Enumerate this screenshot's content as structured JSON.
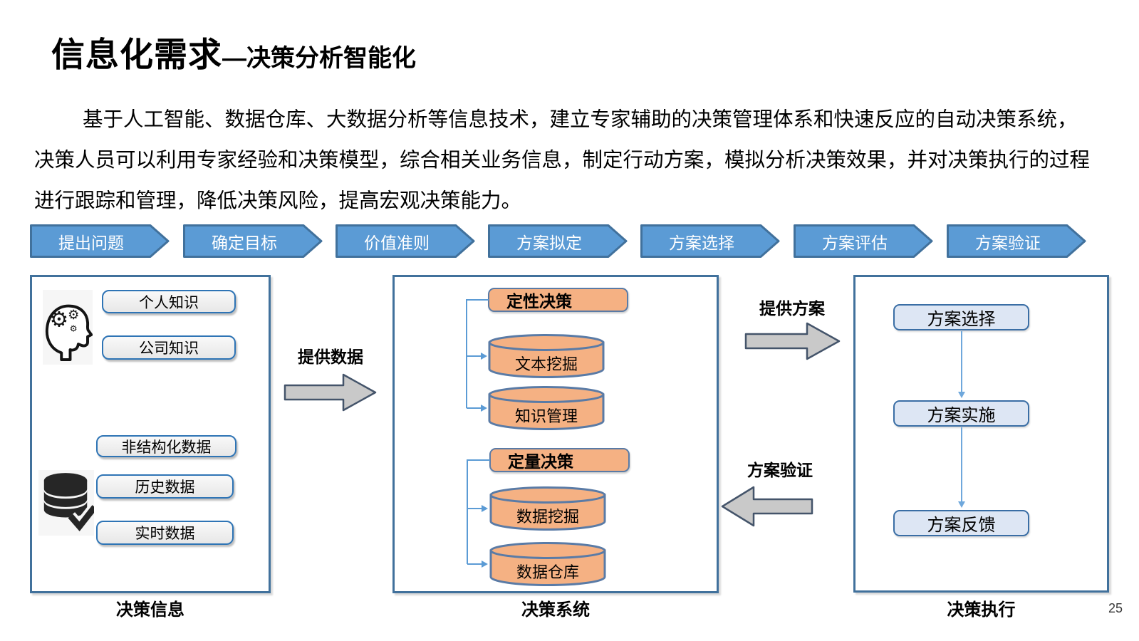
{
  "slide": {
    "title_main": "信息化需求",
    "title_sub": "—决策分析智能化",
    "paragraph": "基于人工智能、数据仓库、大数据分析等信息技术，建立专家辅助的决策管理体系和快速反应的自动决策系统，决策人员可以利用专家经验和决策模型，综合相关业务信息，制定行动方案，模拟分析决策效果，并对决策执行的过程进行跟踪和管理，降低决策风险，提高宏观决策能力。",
    "page_number": "25"
  },
  "process_steps": [
    "提出问题",
    "确定目标",
    "价值准则",
    "方案拟定",
    "方案选择",
    "方案评估",
    "方案验证"
  ],
  "panels": {
    "info": {
      "label": "决策信息",
      "icons": [
        "head-gears-icon",
        "database-check-icon"
      ],
      "knowledge_items": [
        "个人知识",
        "公司知识"
      ],
      "data_items": [
        "非结构化数据",
        "历史数据",
        "实时数据"
      ]
    },
    "system": {
      "label": "决策系统",
      "qualitative": {
        "header": "定性决策",
        "cylinders": [
          "文本挖掘",
          "知识管理"
        ]
      },
      "quantitative": {
        "header": "定量决策",
        "cylinders": [
          "数据挖掘",
          "数据仓库"
        ]
      }
    },
    "execution": {
      "label": "决策执行",
      "steps": [
        "方案选择",
        "方案实施",
        "方案反馈"
      ]
    }
  },
  "flows": {
    "provide_data": "提供数据",
    "provide_plan": "提供方案",
    "verify_plan": "方案验证"
  },
  "colors": {
    "chevron_fill": "#5B9BD5",
    "chevron_border": "#41719C",
    "panel_border": "#41719C",
    "orange_fill": "#F5B183",
    "orange_border": "#5A7BA6",
    "lightblue_fill": "#DDE6F4",
    "lightblue_border": "#3A6EA5",
    "item_fill": "#EFEFEF",
    "item_border": "#2E74B5",
    "block_arrow_fill": "#C9C9C9",
    "block_arrow_border": "#44546A",
    "connector_blue": "#5B9BD5"
  }
}
